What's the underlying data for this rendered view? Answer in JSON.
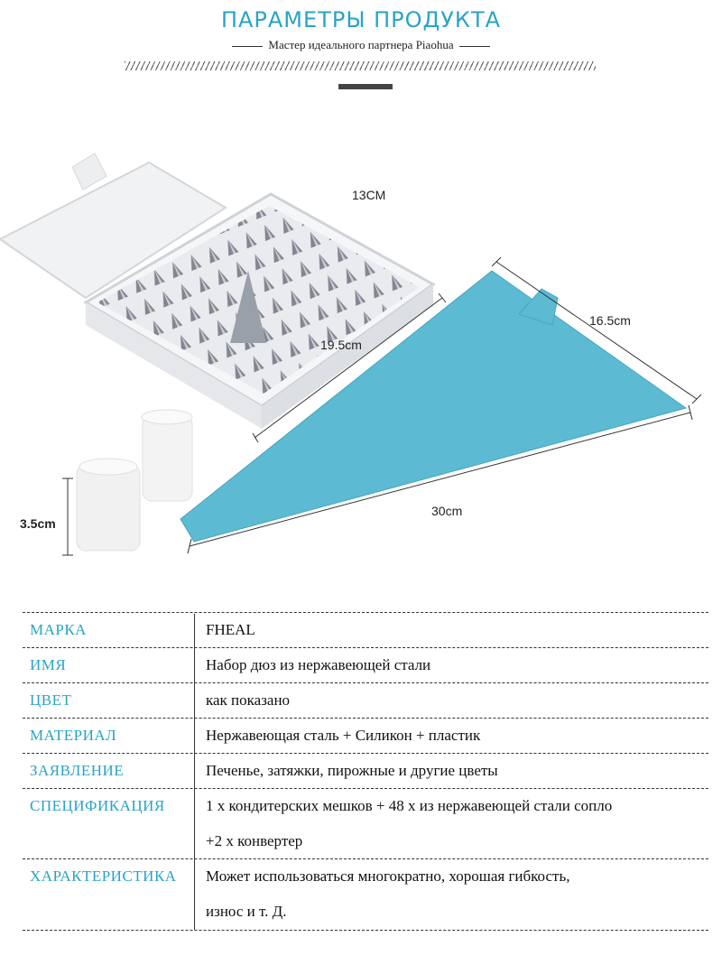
{
  "header": {
    "title": "ПАРАМЕТРЫ ПРОДУКТА",
    "subtitle": "Мастер идеального партнера Piaohua"
  },
  "dimensions": {
    "box_width": "13CM",
    "box_length": "19.5cm",
    "bag_top": "16.5cm",
    "bag_length": "30cm",
    "coupler_height": "3.5cm"
  },
  "colors": {
    "accent": "#29a3c6",
    "bag": "#5cbad3"
  },
  "specs": [
    {
      "key": "МАРКА",
      "value": "FHEAL"
    },
    {
      "key": "ИМЯ",
      "value": "Набор дюз из нержавеющей стали"
    },
    {
      "key": "ЦВЕТ",
      "value": "как показано"
    },
    {
      "key": "МАТЕРИАЛ",
      "value": "Нержавеющая сталь + Силикон + пластик"
    },
    {
      "key": "ЗАЯВЛЕНИЕ",
      "value": "Печенье, затяжки, пирожные и другие цветы"
    },
    {
      "key": "СПЕЦИФИКАЦИЯ",
      "value": "1 х кондитерских мешков + 48 х из нержавеющей стали сопло"
    },
    {
      "key": "",
      "value": "+2 х конвертер"
    },
    {
      "key": "ХАРАКТЕРИСТИКА",
      "value": "Может использоваться многократно, хорошая гибкость,"
    },
    {
      "key": "",
      "value": "износ и т. Д."
    }
  ]
}
